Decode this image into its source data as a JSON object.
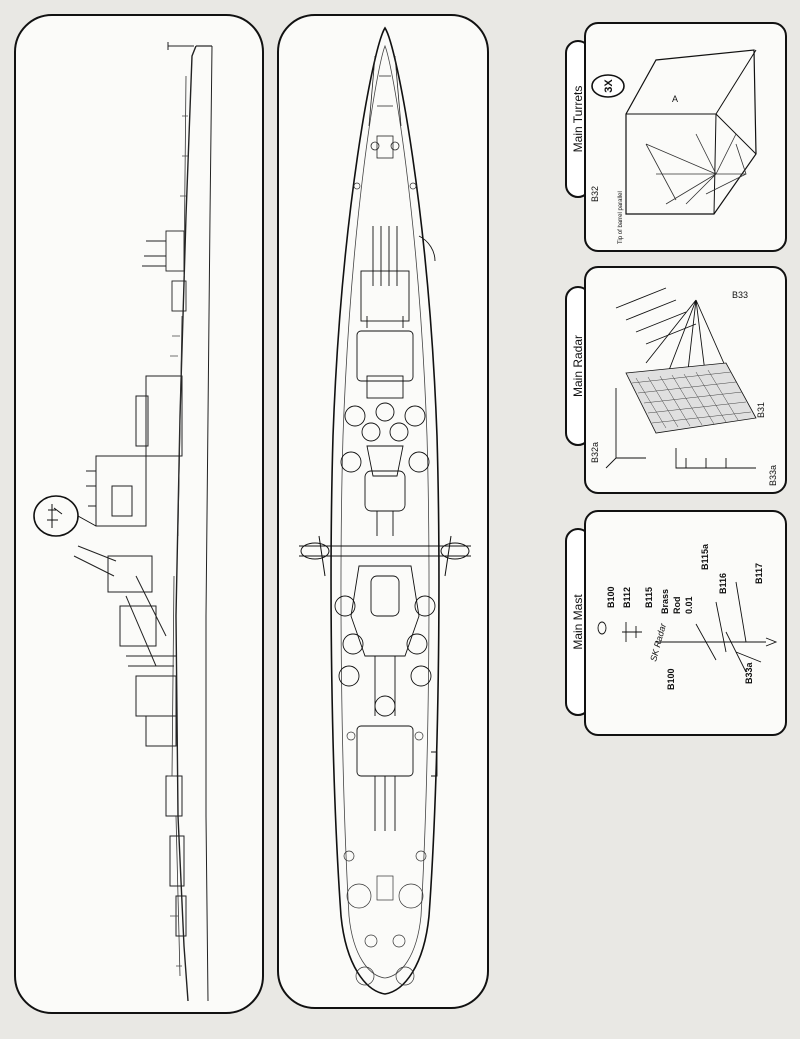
{
  "insets": {
    "turrets": {
      "title": "Main Turrets",
      "multiplier": "3X",
      "labels": {
        "a": "A",
        "b32": "B32",
        "note": "Tip of barrel parallel"
      }
    },
    "radar": {
      "title": "Main Radar",
      "labels": {
        "b33": "B33",
        "b31": "B31",
        "b32a": "B32a",
        "b33a": "B33a"
      }
    },
    "mast": {
      "title": "Main Mast",
      "labels": {
        "b100_top": "B100",
        "b112": "B112",
        "b115": "B115",
        "brass": "Brass",
        "rod": "Rod",
        "diameter": "0.01",
        "b115a": "B115a",
        "b116": "B116",
        "b117": "B117",
        "sk_radar": "SK Radar",
        "b100_bottom": "B100",
        "b33a": "B33a"
      }
    }
  }
}
